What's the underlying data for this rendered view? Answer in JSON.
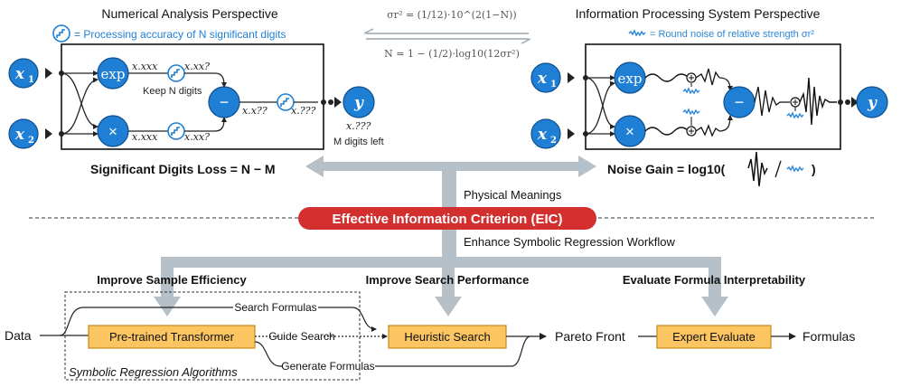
{
  "colors": {
    "node_blue": "#1f7fd4",
    "node_stroke": "#0d4f8e",
    "eic_red": "#d32f2f",
    "algo_fill": "#fbc562",
    "algo_stroke": "#c48a1a",
    "arrow_gray": "#b6c0c8",
    "noise_blue": "#2b87d8",
    "text_dark": "#111111"
  },
  "left_panel": {
    "title": "Numerical Analysis Perspective",
    "legend_text": "= Processing accuracy of N significant digits",
    "input1": "x",
    "input1_sub": "1",
    "input2": "x",
    "input2_sub": "2",
    "op_exp": "exp",
    "op_mul": "×",
    "op_minus": "−",
    "output": "y",
    "lbl_exp_in": "x.xxx",
    "lbl_exp_out": "x.xx?",
    "lbl_keep": "Keep N digits",
    "lbl_mul_in": "x.xxx",
    "lbl_mul_out": "x.xx?",
    "lbl_minus_out": "x.x??",
    "lbl_final": "x.???",
    "lbl_y_val": "x.???",
    "lbl_m_left": "M digits left",
    "bottom_label": "Significant Digits Loss = N − M"
  },
  "center_formulas": {
    "top": "σr² = (1/12)·10^(2(1−N))",
    "bottom": "N = 1 − (1/2)·log10(12σr²)"
  },
  "right_panel": {
    "title": "Information Processing System Perspective",
    "legend_text": "= Round noise of relative strength σr²",
    "input1": "x",
    "input1_sub": "1",
    "input2": "x",
    "input2_sub": "2",
    "op_exp": "exp",
    "op_mul": "×",
    "op_minus": "−",
    "output": "y",
    "bottom_label": "Noise Gain = log10(",
    "bottom_label_end": ")"
  },
  "middle": {
    "physical_meanings": "Physical Meanings",
    "eic_label": "Effective Information Criterion (EIC)",
    "enhance": "Enhance Symbolic Regression Workflow"
  },
  "workflow": {
    "goal1": "Improve Sample Efficiency",
    "goal2": "Improve Search Performance",
    "goal3": "Evaluate Formula Interpretability",
    "data": "Data",
    "box_transformer": "Pre-trained Transformer",
    "box_heuristic": "Heuristic Search",
    "pareto": "Pareto Front",
    "box_expert": "Expert Evaluate",
    "formulas": "Formulas",
    "search_formulas": "Search Formulas",
    "guide_search": "Guide Search",
    "generate_formulas": "Generate Formulas",
    "algo_caption": "Symbolic Regression Algorithms"
  }
}
